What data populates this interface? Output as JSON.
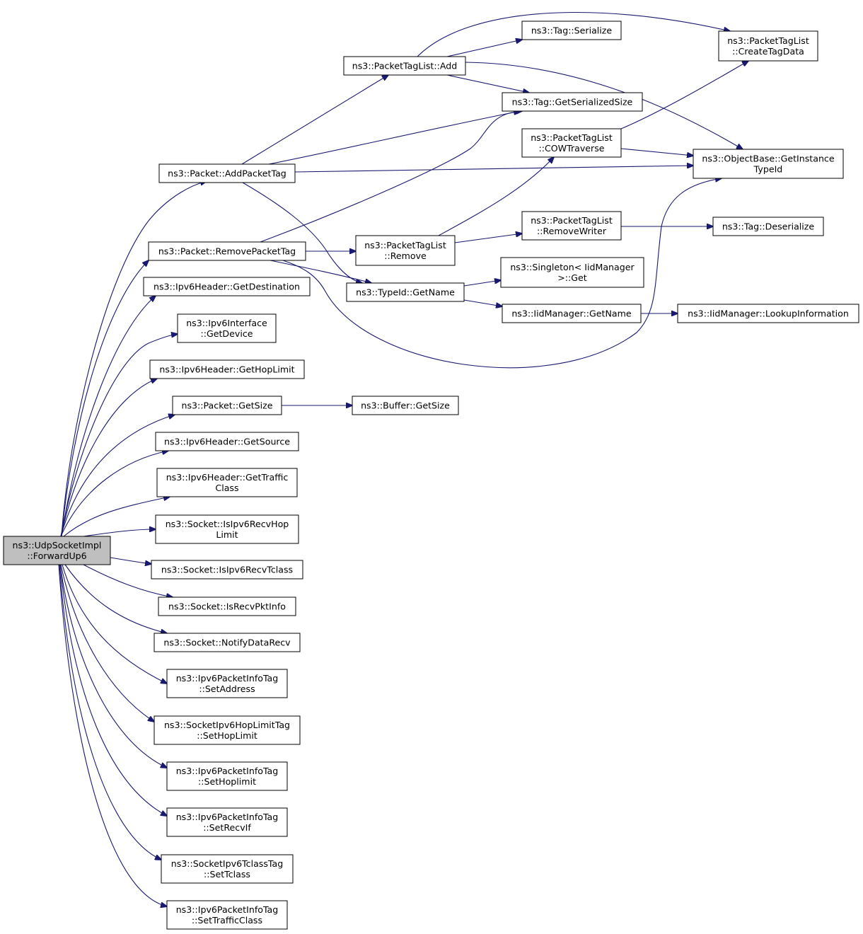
{
  "nodes": [
    {
      "id": "root",
      "lines": [
        "ns3::UdpSocketImpl",
        "::ForwardUp6"
      ],
      "root": true
    },
    {
      "id": "addPacketTag",
      "lines": [
        "ns3::Packet::AddPacketTag"
      ]
    },
    {
      "id": "removePacketTag",
      "lines": [
        "ns3::Packet::RemovePacketTag"
      ]
    },
    {
      "id": "ipv6GetDestination",
      "lines": [
        "ns3::Ipv6Header::GetDestination"
      ]
    },
    {
      "id": "ipv6IfGetDevice",
      "lines": [
        "ns3::Ipv6Interface",
        "::GetDevice"
      ]
    },
    {
      "id": "ipv6GetHopLimit",
      "lines": [
        "ns3::Ipv6Header::GetHopLimit"
      ]
    },
    {
      "id": "packetGetSize",
      "lines": [
        "ns3::Packet::GetSize"
      ]
    },
    {
      "id": "ipv6GetSource",
      "lines": [
        "ns3::Ipv6Header::GetSource"
      ]
    },
    {
      "id": "ipv6GetTrafficClass",
      "lines": [
        "ns3::Ipv6Header::GetTraffic",
        "Class"
      ]
    },
    {
      "id": "isIpv6RecvHopLimit",
      "lines": [
        "ns3::Socket::IsIpv6RecvHop",
        "Limit"
      ]
    },
    {
      "id": "isIpv6RecvTclass",
      "lines": [
        "ns3::Socket::IsIpv6RecvTclass"
      ]
    },
    {
      "id": "isRecvPktInfo",
      "lines": [
        "ns3::Socket::IsRecvPktInfo"
      ]
    },
    {
      "id": "notifyDataRecv",
      "lines": [
        "ns3::Socket::NotifyDataRecv"
      ]
    },
    {
      "id": "pktInfoSetAddress",
      "lines": [
        "ns3::Ipv6PacketInfoTag",
        "::SetAddress"
      ]
    },
    {
      "id": "hopLimitTagSetHopLimit",
      "lines": [
        "ns3::SocketIpv6HopLimitTag",
        "::SetHopLimit"
      ]
    },
    {
      "id": "pktInfoSetHoplimit",
      "lines": [
        "ns3::Ipv6PacketInfoTag",
        "::SetHoplimit"
      ]
    },
    {
      "id": "pktInfoSetRecvIf",
      "lines": [
        "ns3::Ipv6PacketInfoTag",
        "::SetRecvIf"
      ]
    },
    {
      "id": "tclassTagSetTclass",
      "lines": [
        "ns3::SocketIpv6TclassTag",
        "::SetTclass"
      ]
    },
    {
      "id": "pktInfoSetTrafficClass",
      "lines": [
        "ns3::Ipv6PacketInfoTag",
        "::SetTrafficClass"
      ]
    },
    {
      "id": "tagListAdd",
      "lines": [
        "ns3::PacketTagList::Add"
      ]
    },
    {
      "id": "tagListRemove",
      "lines": [
        "ns3::PacketTagList",
        "::Remove"
      ]
    },
    {
      "id": "typeIdGetName",
      "lines": [
        "ns3::TypeId::GetName"
      ]
    },
    {
      "id": "bufferGetSize",
      "lines": [
        "ns3::Buffer::GetSize"
      ]
    },
    {
      "id": "tagSerialize",
      "lines": [
        "ns3::Tag::Serialize"
      ]
    },
    {
      "id": "tagGetSerializedSize",
      "lines": [
        "ns3::Tag::GetSerializedSize"
      ]
    },
    {
      "id": "cowTraverse",
      "lines": [
        "ns3::PacketTagList",
        "::COWTraverse"
      ]
    },
    {
      "id": "removeWriter",
      "lines": [
        "ns3::PacketTagList",
        "::RemoveWriter"
      ]
    },
    {
      "id": "singletonGet",
      "lines": [
        "ns3::Singleton< IidManager",
        ">::Get"
      ]
    },
    {
      "id": "iidGetName",
      "lines": [
        "ns3::IidManager::GetName"
      ]
    },
    {
      "id": "createTagData",
      "lines": [
        "ns3::PacketTagList",
        "::CreateTagData"
      ]
    },
    {
      "id": "getInstanceTypeId",
      "lines": [
        "ns3::ObjectBase::GetInstance",
        "TypeId"
      ]
    },
    {
      "id": "tagDeserialize",
      "lines": [
        "ns3::Tag::Deserialize"
      ]
    },
    {
      "id": "lookupInformation",
      "lines": [
        "ns3::IidManager::LookupInformation"
      ]
    }
  ],
  "edges": [
    [
      "root",
      "addPacketTag"
    ],
    [
      "root",
      "removePacketTag"
    ],
    [
      "root",
      "ipv6GetDestination"
    ],
    [
      "root",
      "ipv6IfGetDevice"
    ],
    [
      "root",
      "ipv6GetHopLimit"
    ],
    [
      "root",
      "packetGetSize"
    ],
    [
      "root",
      "ipv6GetSource"
    ],
    [
      "root",
      "ipv6GetTrafficClass"
    ],
    [
      "root",
      "isIpv6RecvHopLimit"
    ],
    [
      "root",
      "isIpv6RecvTclass"
    ],
    [
      "root",
      "isRecvPktInfo"
    ],
    [
      "root",
      "notifyDataRecv"
    ],
    [
      "root",
      "pktInfoSetAddress"
    ],
    [
      "root",
      "hopLimitTagSetHopLimit"
    ],
    [
      "root",
      "pktInfoSetHoplimit"
    ],
    [
      "root",
      "pktInfoSetRecvIf"
    ],
    [
      "root",
      "tclassTagSetTclass"
    ],
    [
      "root",
      "pktInfoSetTrafficClass"
    ],
    [
      "addPacketTag",
      "tagListAdd"
    ],
    [
      "addPacketTag",
      "tagGetSerializedSize"
    ],
    [
      "addPacketTag",
      "getInstanceTypeId"
    ],
    [
      "addPacketTag",
      "typeIdGetName"
    ],
    [
      "removePacketTag",
      "tagGetSerializedSize"
    ],
    [
      "removePacketTag",
      "tagListRemove"
    ],
    [
      "removePacketTag",
      "typeIdGetName"
    ],
    [
      "removePacketTag",
      "getInstanceTypeId"
    ],
    [
      "packetGetSize",
      "bufferGetSize"
    ],
    [
      "tagListAdd",
      "tagSerialize"
    ],
    [
      "tagListAdd",
      "createTagData"
    ],
    [
      "tagListAdd",
      "tagGetSerializedSize"
    ],
    [
      "tagListAdd",
      "getInstanceTypeId"
    ],
    [
      "tagListRemove",
      "cowTraverse"
    ],
    [
      "tagListRemove",
      "removeWriter"
    ],
    [
      "cowTraverse",
      "createTagData"
    ],
    [
      "cowTraverse",
      "getInstanceTypeId"
    ],
    [
      "removeWriter",
      "tagDeserialize"
    ],
    [
      "typeIdGetName",
      "singletonGet"
    ],
    [
      "typeIdGetName",
      "iidGetName"
    ],
    [
      "iidGetName",
      "lookupInformation"
    ]
  ]
}
